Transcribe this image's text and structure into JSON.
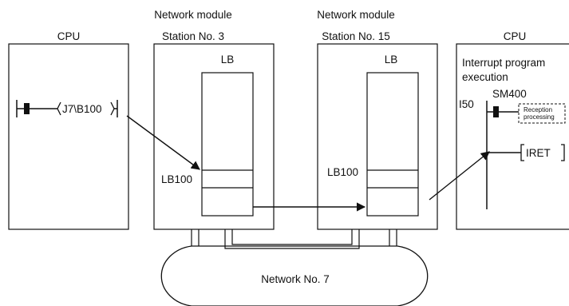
{
  "left_cpu": {
    "title": "CPU",
    "instruction": "J7\\B100"
  },
  "station_a": {
    "title": "Network module",
    "subtitle": "Station No. 3",
    "lb_header": "LB",
    "lb_label": "LB100"
  },
  "station_b": {
    "title": "Network module",
    "subtitle": "Station No. 15",
    "lb_header": "LB",
    "lb_label": "LB100"
  },
  "right_cpu": {
    "title": "CPU",
    "heading_line1": "Interrupt program",
    "heading_line2": "execution",
    "interrupt_pointer": "I50",
    "contact": "SM400",
    "reception_line1": "Reception",
    "reception_line2": "processing",
    "iret": "IRET"
  },
  "network": {
    "label": "Network No. 7"
  }
}
